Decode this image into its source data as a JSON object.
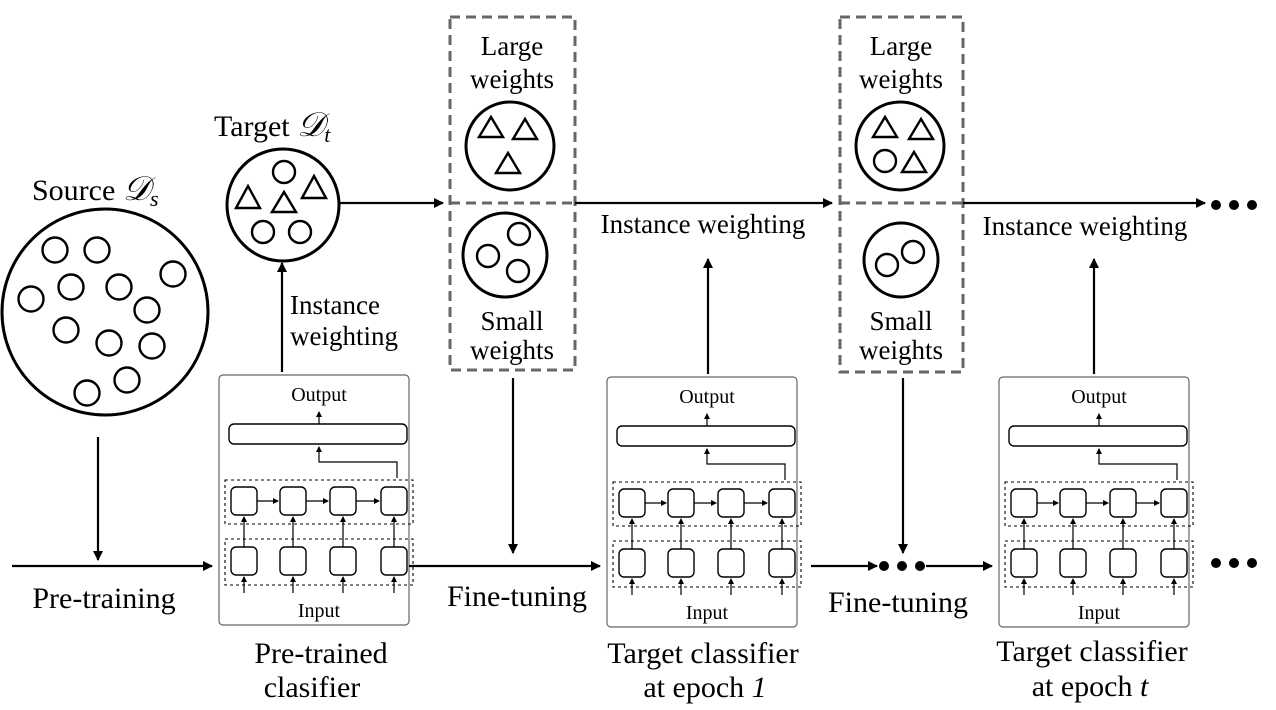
{
  "source": {
    "label": "Source",
    "symbol": "𝒟",
    "subscript": "s"
  },
  "target": {
    "label": "Target",
    "symbol": "𝒟",
    "subscript": "t"
  },
  "weights": {
    "large_line1": "Large",
    "large_line2": "weights",
    "small_line1": "Small",
    "small_line2": "weights"
  },
  "steps": {
    "instance_weighting_line1": "Instance",
    "instance_weighting_line2": "weighting",
    "instance_weighting": "Instance weighting",
    "pretraining": "Pre-training",
    "finetuning": "Fine-tuning"
  },
  "classifier": {
    "output": "Output",
    "input": "Input"
  },
  "captions": {
    "pretrained_line1": "Pre-trained",
    "pretrained_line2": "clasifier",
    "target1_line1": "Target classifier",
    "target1_line2_prefix": "at epoch ",
    "target1_epoch": "1",
    "target2_line1": "Target classifier",
    "target2_line2_prefix": "at epoch ",
    "target2_epoch": "t"
  }
}
